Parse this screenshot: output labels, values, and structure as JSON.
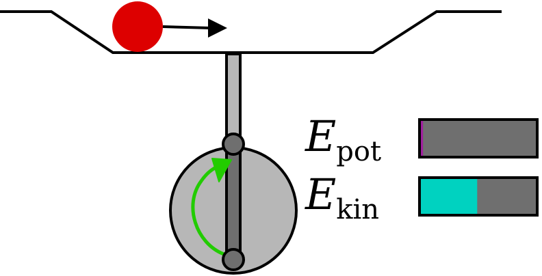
{
  "labels": {
    "potential": {
      "symbol": "E",
      "subscript": "pot"
    },
    "kinetic": {
      "symbol": "E",
      "subscript": "kin"
    }
  },
  "energy_bars": {
    "potential_fraction": 0.03,
    "kinetic_fraction": 0.49
  },
  "colors": {
    "ball": "#dd0000",
    "potential_fill": "#a01f9f",
    "kinetic_fill": "#00d2c0",
    "bar_background": "#6f6f6f",
    "rotation_arrow": "#22cc00",
    "wheel": "#b7b7b7",
    "rod": "#b7b7b7",
    "joint": "#6f6f6f",
    "track": "#000000"
  },
  "icons": {
    "motion_arrow": "arrow-right-icon",
    "rotation_arrow": "curved-arrow-icon"
  }
}
